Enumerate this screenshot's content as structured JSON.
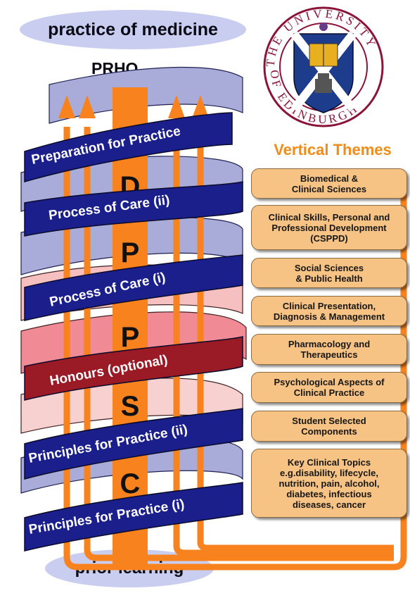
{
  "header": {
    "top_label": "practice of medicine",
    "bottom_label": "prior learning",
    "prho_label": "PRHO"
  },
  "logo": {
    "text_top": "THE UNIVERSITY",
    "text_bottom": "OF EDINBURGH",
    "colors": {
      "ring": "#8a1538",
      "field": "#1e3c8c",
      "cross": "#ffffff",
      "gold": "#e8b020"
    }
  },
  "spine": {
    "label": "CSPPD",
    "color": "#f7821e"
  },
  "bands": [
    {
      "label": "Preparation for Practice",
      "color": "#1b1f8c"
    },
    {
      "label": "Process of Care (ii)",
      "color": "#1b1f8c"
    },
    {
      "label": "Process of Care (i)",
      "color": "#1b1f8c"
    },
    {
      "label": "Honours (optional)",
      "color": "#9a1a25"
    },
    {
      "label": "Principles for Practice (ii)",
      "color": "#1b1f8c"
    },
    {
      "label": "Principles for Practice (i)",
      "color": "#1b1f8c"
    }
  ],
  "vertical_themes": {
    "title": "Vertical Themes",
    "items": [
      "Biomedical &\nClinical Sciences",
      "Clinical Skills, Personal and\nProfessional Development\n(CSPPD)",
      "Social Sciences\n& Public Health",
      "Clinical Presentation,\nDiagnosis & Management",
      "Pharmacology and\nTherapeutics",
      "Psychological Aspects of\nClinical Practice",
      "Student Selected\nComponents",
      "Key Clinical Topics\ne.g.disability, lifecycle,\nnutrition, pain, alcohol,\ndiabetes, infectious\ndiseases, cancer"
    ]
  },
  "colors": {
    "accent_orange": "#f7821e",
    "theme_box": "#f7c384",
    "back_band": "#a9acd9",
    "back_band_pink": "#f0a0a8"
  }
}
